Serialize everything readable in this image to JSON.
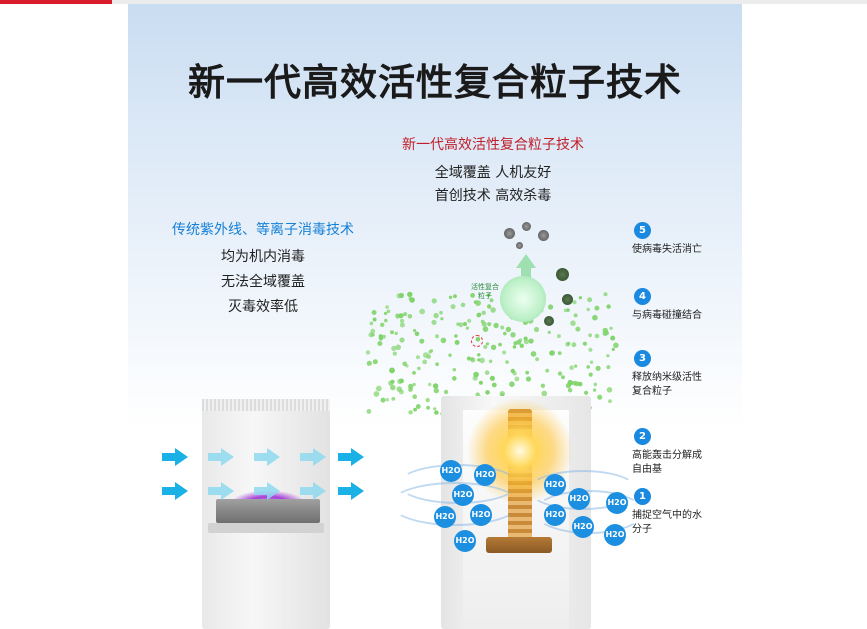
{
  "headline": "新一代高效活性复合粒子技术",
  "new_tech": {
    "title": "新一代高效活性复合粒子技术",
    "lines": [
      "全域覆盖 人机友好",
      "首创技术 高效杀毒"
    ]
  },
  "old_tech": {
    "title": "传统紫外线、等离子消毒技术",
    "lines": [
      "均为机内消毒",
      "无法全域覆盖",
      "灭毒效率低"
    ]
  },
  "cluster_label": "活性复合粒子",
  "h2o_label": "H2O",
  "steps": [
    {
      "num": "5",
      "text": "使病毒失活消亡"
    },
    {
      "num": "4",
      "text": "与病毒碰撞结合"
    },
    {
      "num": "3",
      "text": "释放纳米级活性复合粒子"
    },
    {
      "num": "2",
      "text": "高能轰击分解成自由基"
    },
    {
      "num": "1",
      "text": "捕捉空气中的水分子"
    }
  ],
  "colors": {
    "title_red": "#c0202a",
    "title_blue": "#1680d6",
    "badge_blue": "#1a89e0",
    "particle_green": "#7fd36a",
    "top_accent": "#d91d2a"
  },
  "icons": [
    "airflow-arrow-icon",
    "h2o-molecule-icon",
    "virus-icon",
    "target-icon"
  ]
}
